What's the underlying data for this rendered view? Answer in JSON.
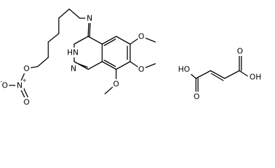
{
  "molecule": {
    "labels": {
      "n_amine": "N",
      "hn_ring": "HN",
      "n_ring": "N",
      "o_nitrate_ester": "O",
      "o_nitrate_top": "O",
      "o_nitrate_bottom": "O",
      "n_nitrate": "N",
      "nitrate_n_charge": "+",
      "nitrate_o_charge": "-",
      "o_methoxy_6": "O",
      "o_methoxy_7": "O",
      "o_methoxy_8": "O",
      "ho_left": "HO",
      "o_left_carbonyl": "O",
      "o_right_carbonyl": "O",
      "oh_right": "OH"
    }
  }
}
